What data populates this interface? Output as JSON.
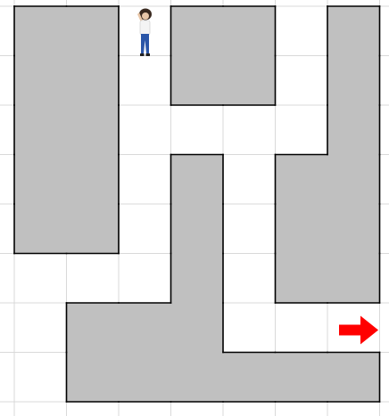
{
  "maze": {
    "cols": 7,
    "rows": 8,
    "colors": {
      "background": "#ffffff",
      "gridline": "#d9d9d9",
      "wall_fill": "#c0c0c0",
      "wall_stroke": "#000000",
      "exit_arrow": "#ff0000",
      "player_shirt": "#f4f4f4",
      "player_pants": "#2b56a8",
      "player_hair": "#3a2a20",
      "player_skin": "#e9c7a8"
    },
    "player": {
      "icon": "person-icon",
      "col": 2,
      "row": 0
    },
    "exit": {
      "icon": "right-arrow-icon",
      "col": 6,
      "row": 6
    },
    "walls": [
      {
        "name": "wall-left-tall",
        "cells": [
          [
            0,
            0
          ],
          [
            1,
            0
          ],
          [
            0,
            1
          ],
          [
            1,
            1
          ],
          [
            0,
            2
          ],
          [
            1,
            2
          ],
          [
            0,
            3
          ],
          [
            1,
            3
          ],
          [
            0,
            4
          ],
          [
            1,
            4
          ]
        ]
      },
      {
        "name": "wall-top-middle",
        "cells": [
          [
            3,
            0
          ],
          [
            4,
            0
          ],
          [
            3,
            1
          ],
          [
            4,
            1
          ]
        ]
      },
      {
        "name": "wall-right-column",
        "cells": [
          [
            6,
            0
          ],
          [
            6,
            1
          ],
          [
            6,
            2
          ],
          [
            5,
            3
          ],
          [
            6,
            3
          ],
          [
            5,
            4
          ],
          [
            6,
            4
          ],
          [
            5,
            5
          ],
          [
            6,
            5
          ]
        ]
      },
      {
        "name": "wall-bottom-l-shape",
        "cells": [
          [
            3,
            3
          ],
          [
            3,
            4
          ],
          [
            3,
            5
          ],
          [
            1,
            6
          ],
          [
            2,
            6
          ],
          [
            3,
            6
          ],
          [
            1,
            7
          ],
          [
            2,
            7
          ],
          [
            3,
            7
          ],
          [
            4,
            7
          ],
          [
            5,
            7
          ],
          [
            6,
            7
          ]
        ]
      }
    ]
  }
}
